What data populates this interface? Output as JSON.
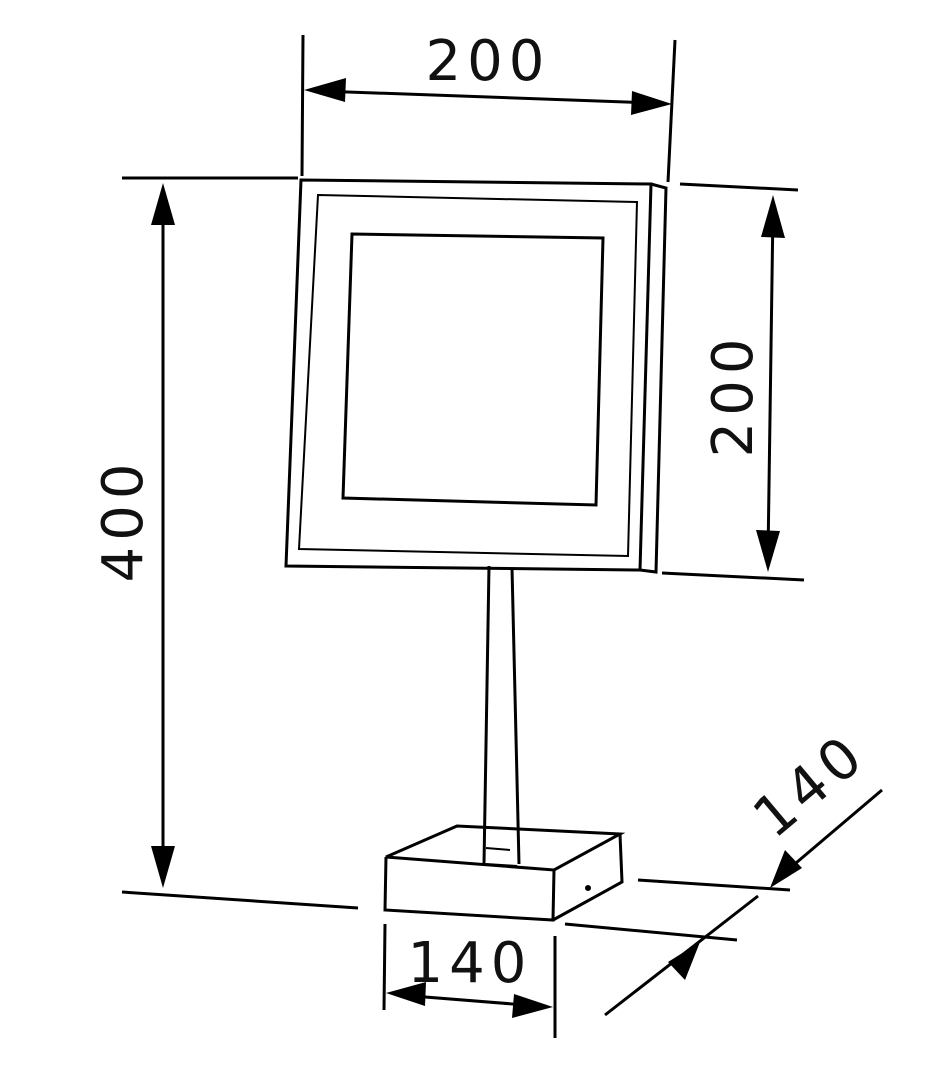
{
  "dimensions": {
    "mirror_width": "200",
    "mirror_height": "200",
    "total_height": "400",
    "base_width": "140",
    "base_depth": "140"
  }
}
